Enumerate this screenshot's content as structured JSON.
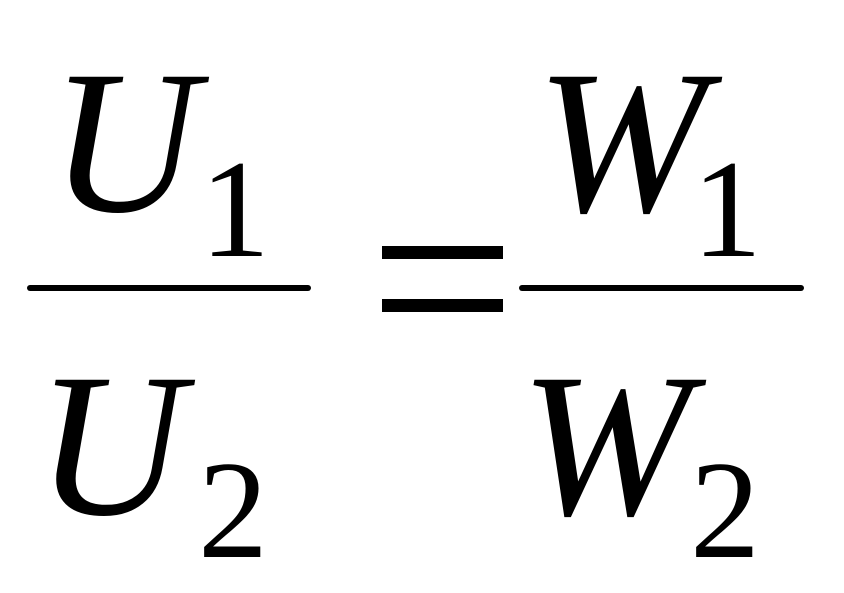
{
  "formula": {
    "left_fraction": {
      "numerator": {
        "symbol": "U",
        "subscript": "1"
      },
      "denominator": {
        "symbol": "U",
        "subscript": "2"
      }
    },
    "operator": "=",
    "right_fraction": {
      "numerator": {
        "symbol": "W",
        "subscript": "1"
      },
      "denominator": {
        "symbol": "W",
        "subscript": "2"
      }
    }
  }
}
